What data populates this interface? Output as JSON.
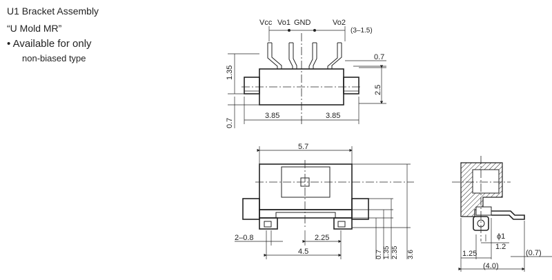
{
  "title": "U1 Bracket Assembly",
  "subtitle": "“U Mold MR”",
  "bullet": "• Available for only",
  "bullet_sub": "non-biased type",
  "top_view": {
    "pins": [
      "Vcc",
      "Vo1",
      "GND",
      "Vo2"
    ],
    "dims": {
      "pitch": "(3–1.5)",
      "lead_offset": "0.7",
      "height_top": "1.35",
      "height_body": "2.5",
      "bottom_offset": "0.7",
      "left_half": "3.85",
      "right_half": "3.85"
    }
  },
  "front_view": {
    "dims": {
      "width_top": "5.7",
      "pad": "2–0.8",
      "pad_center": "2.25",
      "width_bottom": "4.5",
      "v1": "0.7",
      "v2": "1.35",
      "v3": "2.35",
      "v4": "3.6"
    }
  },
  "side_view": {
    "dims": {
      "phi": "ϕ1",
      "d12": "1.2",
      "d125": "1.25",
      "d40": "(4.0)",
      "d07": "(0.7)"
    }
  }
}
